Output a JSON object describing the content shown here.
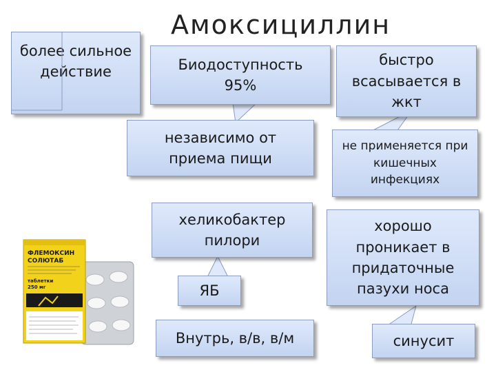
{
  "title": "Амоксициллин",
  "boxes": {
    "stronger": "более сильное\nдействие",
    "bioavail": "Биодоступность\n95%",
    "absorb": "быстро\nвсасывается в\nжкт",
    "food": "независимо от\nприема пищи",
    "intestinal": "не применяется при\nкишечных\nинфекциях",
    "helico": "хеликобактер\nпилори",
    "sinus_penetr": "хорошо\nпроникает в\nпридаточные\nпазухи носа",
    "ulcer": "ЯБ",
    "routes": "Внутрь, в/в, в/м",
    "sinusitis": "синусит"
  },
  "package": {
    "brand": "ФЛЕМОКСИН\nСОЛЮТАБ",
    "form": "таблетки",
    "dose": "250 мг"
  },
  "colors": {
    "box_top": "#dfe9fb",
    "box_bottom": "#c3d4f1",
    "box_border": "#8a9cc0",
    "package_yellow": "#f3d21c"
  }
}
